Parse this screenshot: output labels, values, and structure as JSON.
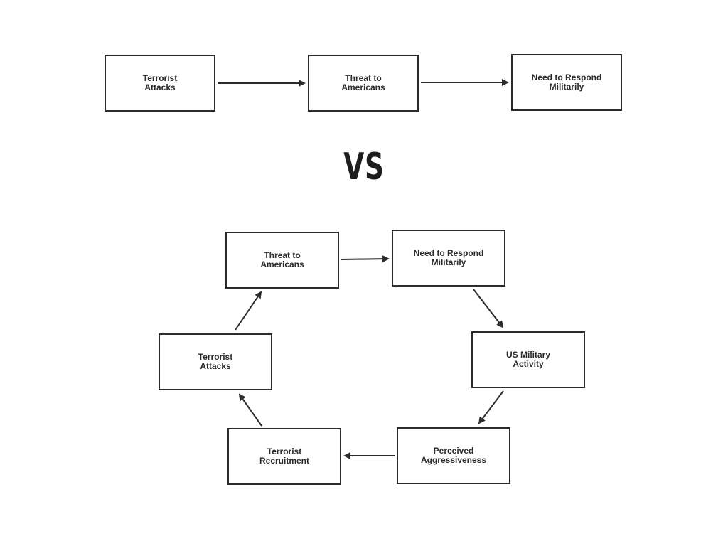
{
  "top_chain": {
    "box1": "Terrorist\nAttacks",
    "box2": "Threat to\nAmericans",
    "box3": "Need to Respond\nMilitarily"
  },
  "separator": "VS",
  "cycle": {
    "threat": "Threat to\nAmericans",
    "respond": "Need to Respond\nMilitarily",
    "us_military": "US Military\nActivity",
    "aggressiveness": "Perceived\nAggressiveness",
    "recruitment": "Terrorist\nRecruitment",
    "attacks": "Terrorist\nAttacks"
  },
  "colors": {
    "stroke": "#2b2b2b",
    "text": "#2b2b2b",
    "background": "#ffffff"
  }
}
